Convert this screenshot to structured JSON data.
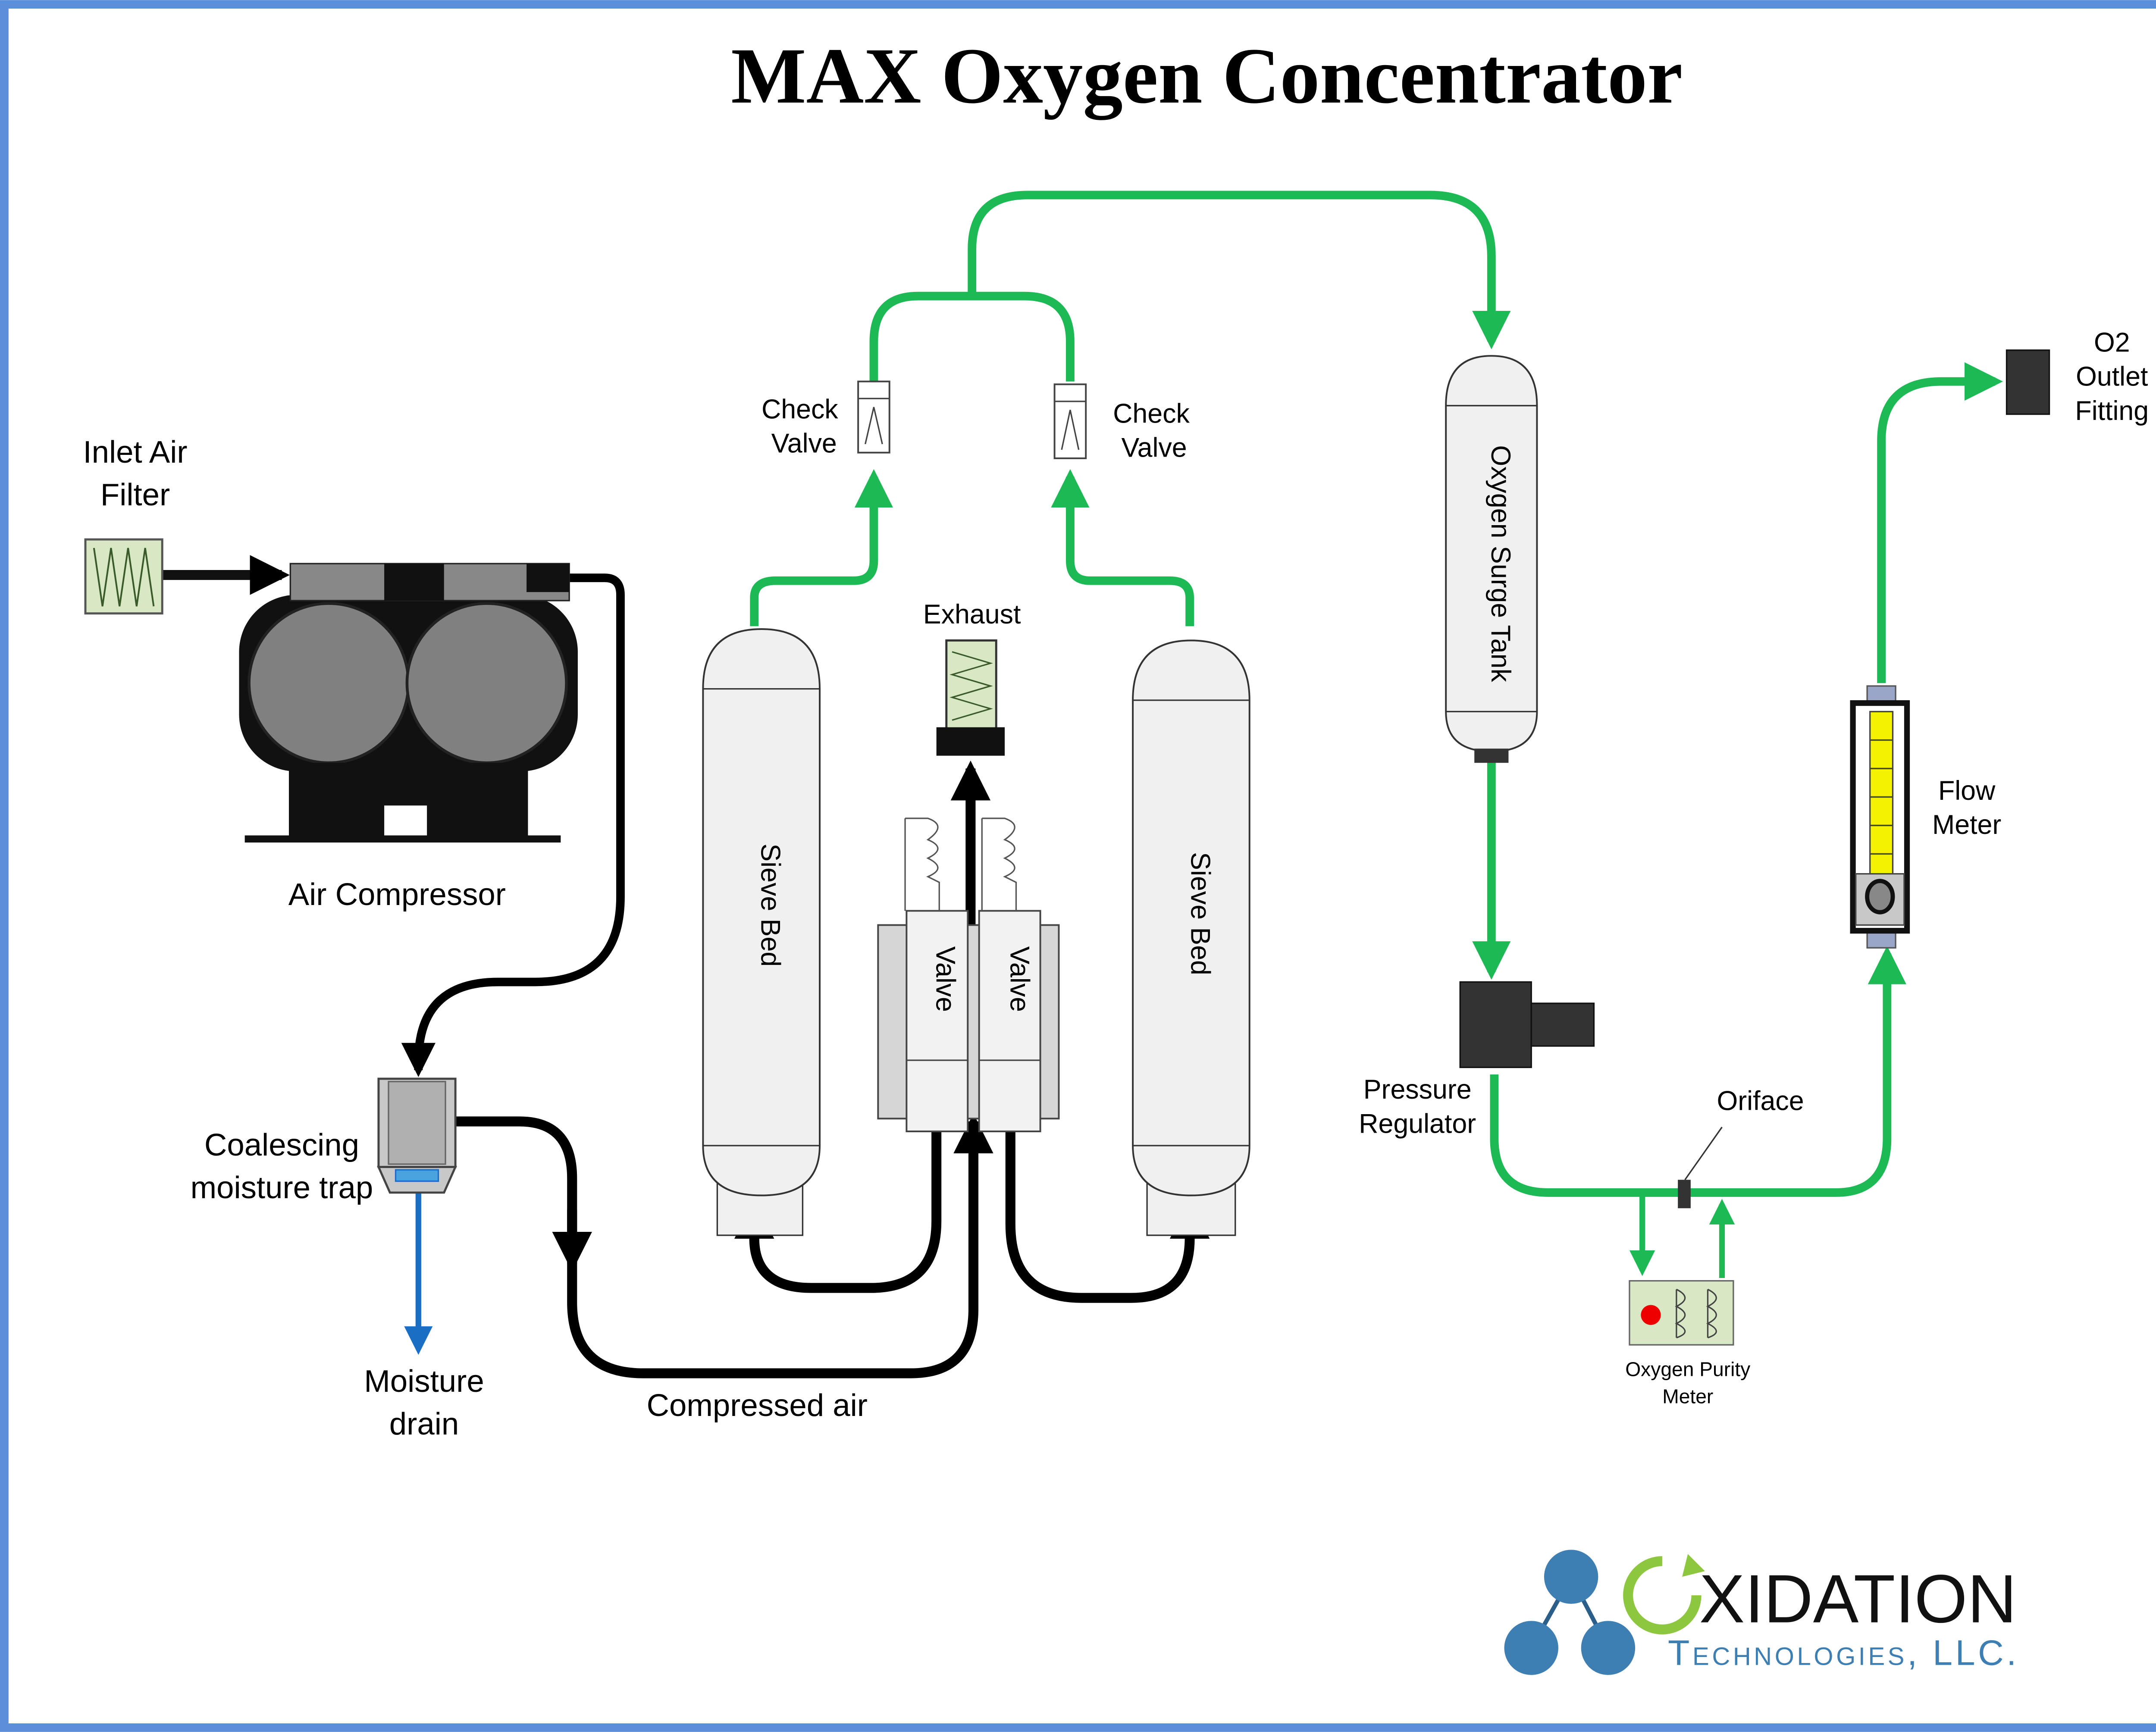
{
  "title": "MAX Oxygen Concentrator",
  "labels": {
    "inlet_filter_l1": "Inlet Air",
    "inlet_filter_l2": "Filter",
    "air_compressor": "Air Compressor",
    "coalescing_l1": "Coalescing",
    "coalescing_l2": "moisture trap",
    "moisture_drain_l1": "Moisture",
    "moisture_drain_l2": "drain",
    "compressed_air": "Compressed air",
    "check_valve_left_l1": "Check",
    "check_valve_left_l2": "Valve",
    "check_valve_right_l1": "Check",
    "check_valve_right_l2": "Valve",
    "exhaust": "Exhaust",
    "sieve_bed_left": "Sieve Bed",
    "sieve_bed_right": "Sieve Bed",
    "valve_left": "Valve",
    "valve_right": "Valve",
    "surge_tank": "Oxygen Surge Tank",
    "pressure_reg_l1": "Pressure",
    "pressure_reg_l2": "Regulator",
    "oriface": "Oriface",
    "purity_l1": "Oxygen Purity",
    "purity_l2": "Meter",
    "flow_meter_l1": "Flow",
    "flow_meter_l2": "Meter",
    "outlet_l1": "O2",
    "outlet_l2": "Outlet",
    "outlet_l3": "Fitting"
  },
  "logo": {
    "name": "XIDATION",
    "sub": "Technologies, LLC."
  },
  "colors": {
    "frame": "#5b8fd9",
    "oxygen_line": "#1db954",
    "air_line": "#000000",
    "drain_line": "#1a6fc4",
    "logo_blue": "#3d7fb3",
    "logo_green": "#8dc63f"
  }
}
